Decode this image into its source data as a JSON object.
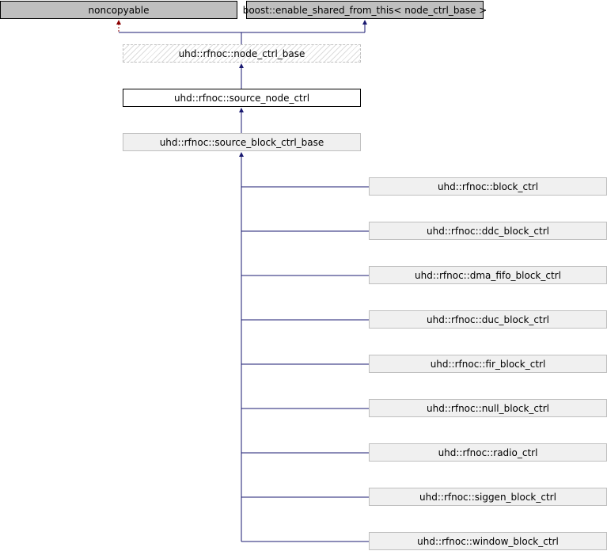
{
  "diagram": {
    "bases": [
      {
        "id": "noncopyable",
        "label": "noncopyable"
      },
      {
        "id": "enable-shared",
        "label": "boost::enable_shared_from_this< node_ctrl_base >"
      }
    ],
    "node_ctrl_base": {
      "label": "uhd::rfnoc::node_ctrl_base"
    },
    "source_node_ctrl": {
      "label": "uhd::rfnoc::source_node_ctrl"
    },
    "source_block_ctrl_base": {
      "label": "uhd::rfnoc::source_block_ctrl_base"
    },
    "derived": [
      {
        "label": "uhd::rfnoc::block_ctrl"
      },
      {
        "label": "uhd::rfnoc::ddc_block_ctrl"
      },
      {
        "label": "uhd::rfnoc::dma_fifo_block_ctrl"
      },
      {
        "label": "uhd::rfnoc::duc_block_ctrl"
      },
      {
        "label": "uhd::rfnoc::fir_block_ctrl"
      },
      {
        "label": "uhd::rfnoc::null_block_ctrl"
      },
      {
        "label": "uhd::rfnoc::radio_ctrl"
      },
      {
        "label": "uhd::rfnoc::siggen_block_ctrl"
      },
      {
        "label": "uhd::rfnoc::window_block_ctrl"
      }
    ],
    "colors": {
      "public_edge": "#191970",
      "private_edge": "#8b0000"
    }
  }
}
